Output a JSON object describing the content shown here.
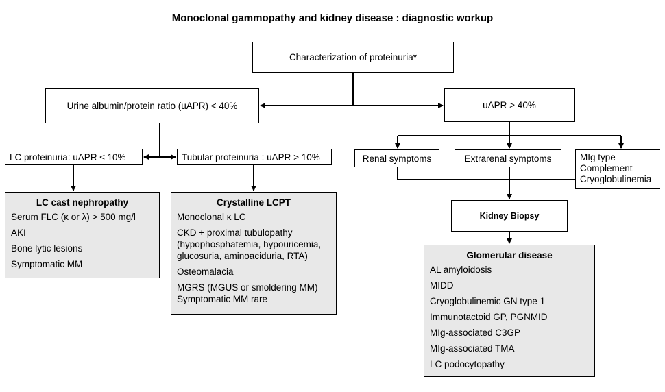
{
  "title": "Monoclonal gammopathy and kidney disease : diagnostic workup",
  "nodes": {
    "characterization": "Characterization of proteinuria*",
    "uapr_low": "Urine albumin/protein ratio (uAPR) < 40%",
    "uapr_high": "uAPR > 40%",
    "lc_proteinuria": "LC proteinuria: uAPR ≤ 10%",
    "tubular_proteinuria": "Tubular proteinuria : uAPR > 10%",
    "renal_symptoms": "Renal symptoms",
    "extrarenal_symptoms": "Extrarenal symptoms",
    "mig_lines": [
      "MIg type",
      "Complement",
      "Cryoglobulinemia"
    ],
    "kidney_biopsy": "Kidney Biopsy"
  },
  "lc_cast": {
    "heading": "LC cast nephropathy",
    "items": [
      "Serum FLC (κ or λ) > 500 mg/l",
      "AKI",
      "Bone lytic lesions",
      "Symptomatic MM"
    ]
  },
  "crystalline": {
    "heading": "Crystalline LCPT",
    "item1": "Monoclonal κ LC",
    "item2_lines": [
      "CKD + proximal tubulopathy",
      "(hypophosphatemia, hypouricemia,",
      "glucosuria, aminoaciduria, RTA)"
    ],
    "item3": "Osteomalacia",
    "item4_lines": [
      "MGRS (MGUS or smoldering MM)",
      "Symptomatic MM rare"
    ]
  },
  "glomerular": {
    "heading": "Glomerular disease",
    "items": [
      "AL amyloidosis",
      "MIDD",
      "Cryoglobulinemic GN type 1",
      "Immunotactoid GP, PGNMID",
      "MIg-associated C3GP",
      "MIg-associated TMA",
      "LC podocytopathy"
    ]
  }
}
